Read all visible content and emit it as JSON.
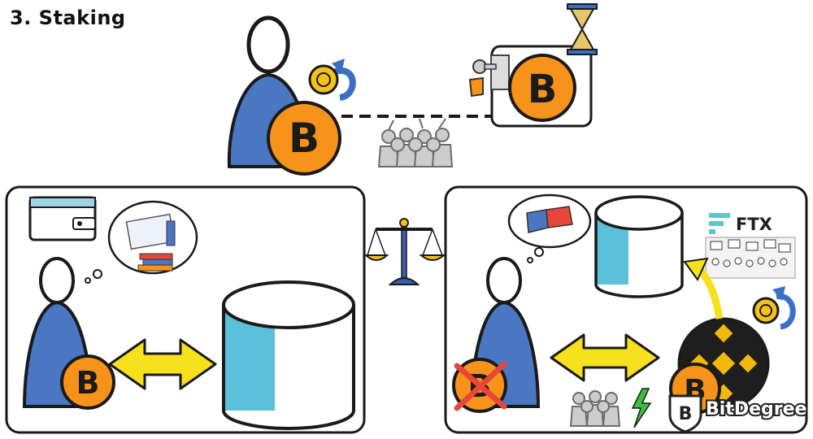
{
  "title": "3. Staking",
  "coin_symbol": "B",
  "exchange_label": "FTX",
  "brand_name": "BitDegree",
  "brand_logo_letter": "B",
  "colors": {
    "bitcoin": "#f7931a",
    "figure": "#4a76c2",
    "cylinder_accent": "#5bc0d9",
    "arrow": "#f7e01c",
    "cross": "#e8463a",
    "crowd": "#c8c8c8",
    "binance": "#f0b90b",
    "ftx": "#5fc3d2"
  }
}
